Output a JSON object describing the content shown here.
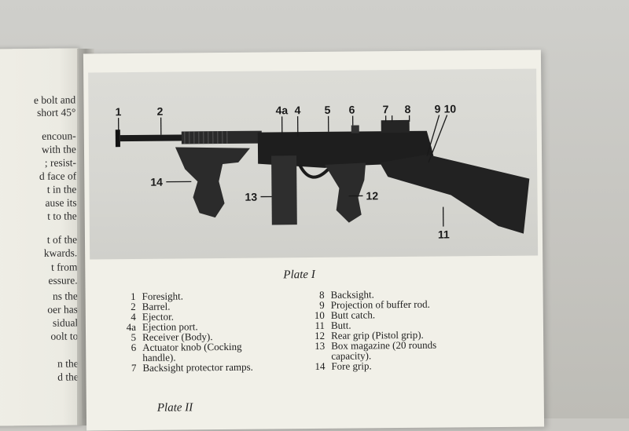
{
  "left_page": {
    "lines": [
      "e bolt and",
      "short 45°",
      "encoun-",
      "with the",
      "; resist-",
      "d face of",
      "t in the",
      "ause its",
      "t to the",
      "t of the",
      "kwards.",
      "t from",
      "essure.",
      "ns the",
      "oer has",
      "sidual",
      "oolt to",
      "n the",
      "d the"
    ]
  },
  "plate": {
    "callouts": {
      "c1": "1",
      "c2": "2",
      "c4a": "4a",
      "c4": "4",
      "c5": "5",
      "c6": "6",
      "c7": "7",
      "c8": "8",
      "c9": "9",
      "c10": "10",
      "c11": "11",
      "c12": "12",
      "c13": "13",
      "c14": "14"
    },
    "caption": "Plate I",
    "legend_left": [
      {
        "num": "1",
        "text": "Foresight."
      },
      {
        "num": "2",
        "text": "Barrel."
      },
      {
        "num": "4",
        "text": "Ejector."
      },
      {
        "num": "4a",
        "text": "Ejection port."
      },
      {
        "num": "5",
        "text": "Receiver (Body)."
      },
      {
        "num": "6",
        "text": "Actuator knob (Cocking"
      },
      {
        "num": "",
        "text": "handle)."
      },
      {
        "num": "7",
        "text": "Backsight protector ramps."
      }
    ],
    "legend_right": [
      {
        "num": "8",
        "text": "Backsight."
      },
      {
        "num": "9",
        "text": "Projection of buffer rod."
      },
      {
        "num": "10",
        "text": "Butt catch."
      },
      {
        "num": "11",
        "text": "Butt."
      },
      {
        "num": "12",
        "text": "Rear grip (Pistol grip)."
      },
      {
        "num": "13",
        "text": "Box magazine (20 rounds"
      },
      {
        "num": "",
        "text": "capacity)."
      },
      {
        "num": "14",
        "text": "Fore grip."
      }
    ],
    "next_caption": "Plate II"
  }
}
